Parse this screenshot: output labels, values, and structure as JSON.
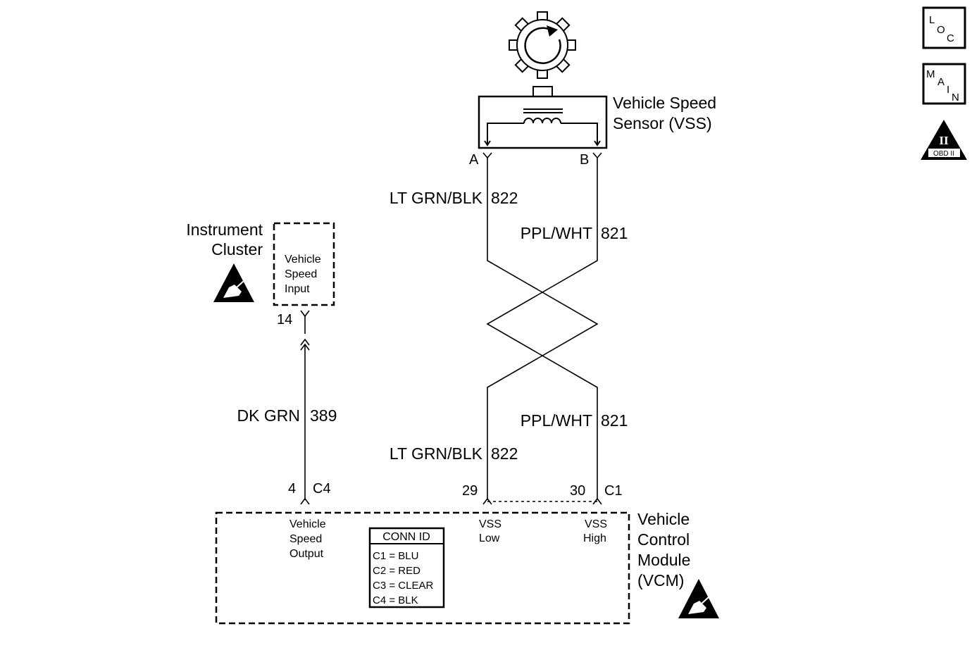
{
  "sensor": {
    "name_line1": "Vehicle Speed",
    "name_line2": "Sensor (VSS)",
    "pin_a": "A",
    "pin_b": "B"
  },
  "wires": {
    "w822_top": {
      "color": "LT GRN/BLK",
      "circuit": "822"
    },
    "w821_top": {
      "color": "PPL/WHT",
      "circuit": "821"
    },
    "w821_bottom": {
      "color": "PPL/WHT",
      "circuit": "821"
    },
    "w822_bottom": {
      "color": "LT GRN/BLK",
      "circuit": "822"
    },
    "w389": {
      "color": "DK GRN",
      "circuit": "389"
    }
  },
  "cluster": {
    "name_line1": "Instrument",
    "name_line2": "Cluster",
    "input_line1": "Vehicle",
    "input_line2": "Speed",
    "input_line3": "Input",
    "pin": "14"
  },
  "vcm": {
    "name_line1": "Vehicle",
    "name_line2": "Control",
    "name_line3": "Module",
    "name_line4": "(VCM)",
    "pin_29": "29",
    "pin_30": "30",
    "conn_c1": "C1",
    "pin_4": "4",
    "conn_c4": "C4",
    "output_line1": "Vehicle",
    "output_line2": "Speed",
    "output_line3": "Output",
    "vss_low_line1": "VSS",
    "vss_low_line2": "Low",
    "vss_high_line1": "VSS",
    "vss_high_line2": "High"
  },
  "conn_id": {
    "header": "CONN ID",
    "rows": [
      "C1 = BLU",
      "C2 = RED",
      "C3 = CLEAR",
      "C4 = BLK"
    ]
  },
  "badges": {
    "loc": [
      "L",
      "O",
      "C"
    ],
    "main": [
      "M",
      "A",
      "I",
      "N"
    ],
    "obd_numeral": "II",
    "obd_text": "OBD II"
  },
  "icons": {
    "esd": "esd-warning-icon",
    "gear": "reluctor-wheel-icon",
    "coil": "coil-icon"
  }
}
